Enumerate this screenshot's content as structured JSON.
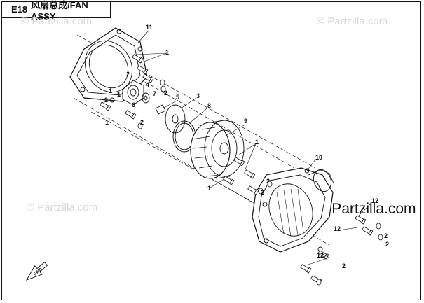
{
  "header": {
    "code": "E18",
    "title": "风扇总成/FAN ASSY"
  },
  "watermarks": {
    "top_left": "© Partzilla.com",
    "top_right": "© Partzilla.com",
    "mid_left": "© Partzilla.com",
    "mid_right": "© Partzilla.com"
  },
  "direction_label": "FWD",
  "callouts": {
    "c11": "11",
    "c1a": "1",
    "c2a": "2",
    "c1b": "1",
    "c4": "4",
    "c2b": "2",
    "c1c": "1",
    "c2c": "2",
    "c6": "6",
    "c7": "7",
    "c5": "5",
    "c3": "3",
    "c1d": "1",
    "c2d": "2",
    "c8": "8",
    "c9": "9",
    "c1e": "1",
    "c2e": "2",
    "c10": "10",
    "c1f": "1",
    "c2f": "2",
    "c12a": "12",
    "c2g": "2",
    "c12b": "12",
    "c2h": "2",
    "c12c": "12",
    "c2i": "2"
  }
}
